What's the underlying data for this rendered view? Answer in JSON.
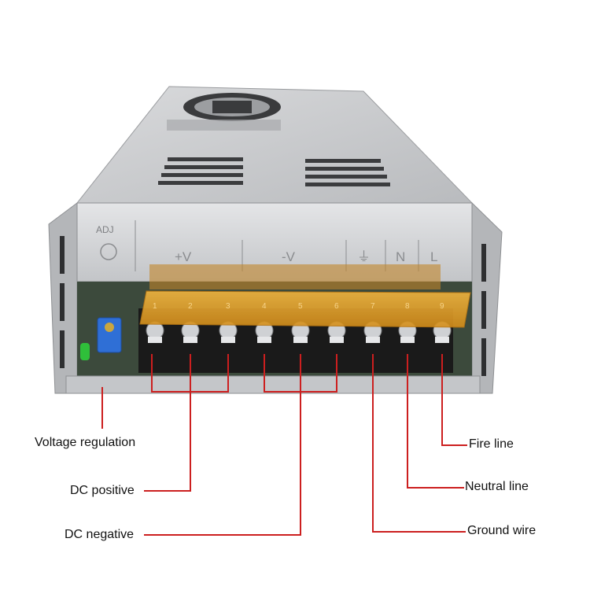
{
  "device": {
    "terminal_labels": [
      "+V",
      "-V",
      "⏚",
      "N",
      "L"
    ],
    "terminal_numbers": [
      "1",
      "2",
      "3",
      "4",
      "5",
      "6",
      "7",
      "8",
      "9"
    ],
    "adj_label": "ADJ"
  },
  "callouts": {
    "voltage_regulation": "Voltage regulation",
    "dc_positive": "DC positive",
    "dc_negative": "DC negative",
    "fire_line": "Fire line",
    "neutral_line": "Neutral line",
    "ground_wire": "Ground wire"
  },
  "colors": {
    "leader_line": "#cc1f1f",
    "terminal_cover": "#e8a526",
    "metal": "#c9cacc",
    "terminal_block": "#1a1a1a",
    "potentiometer": "#2f6fd6",
    "led": "#2fbf3a"
  }
}
